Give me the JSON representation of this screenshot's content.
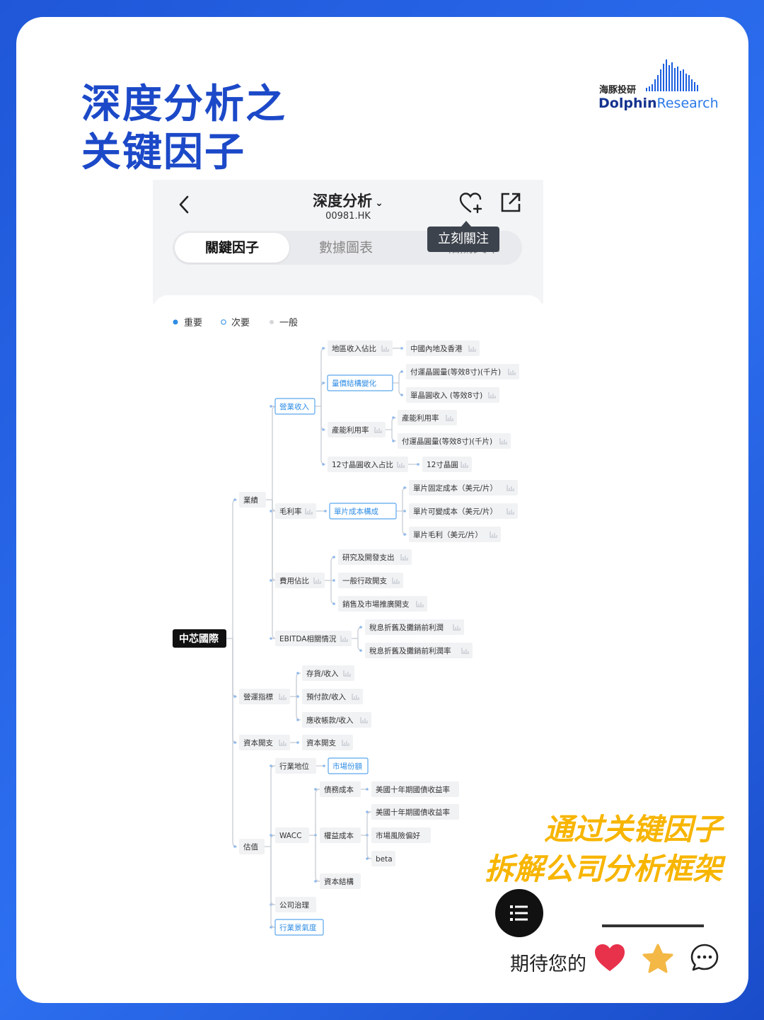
{
  "headline": {
    "line1": "深度分析之",
    "line2": "关键因子"
  },
  "logo": {
    "cn": "海豚投研",
    "en_part1": "Dolphin",
    "en_part2": "Research"
  },
  "app": {
    "title": "深度分析",
    "ticker": "00981.HK",
    "tabs": [
      "關鍵因子",
      "數據圖表",
      "相關文章"
    ],
    "tooltip": "立刻關注"
  },
  "legend": [
    {
      "label": "重要",
      "style": "filled",
      "color": "#2f8de4"
    },
    {
      "label": "次要",
      "style": "ring",
      "color": "#5aa6ee"
    },
    {
      "label": "一般",
      "style": "dot",
      "color": "#d4d6da"
    }
  ],
  "mindmap": {
    "root": "中芯國際",
    "n_yeji": "業績",
    "n_yingye": "營業收入",
    "n_diqu": "地區收入佔比",
    "n_zhongguo": "中國內地及香港",
    "n_liangjia": "量價結構變化",
    "n_fuyun8": "付運晶圓量(等效8寸)(千片)",
    "n_danjing8": "單晶圓收入 (等效8寸)",
    "n_channeng": "產能利用率",
    "n_channeng2": "產能利用率",
    "n_fuyun8b": "付運晶圓量(等效8寸)(千片)",
    "n_12cun": "12寸晶圓收入占比",
    "n_12cun2": "12寸晶圓",
    "n_maoli": "毛利率",
    "n_danpian": "單片成本構成",
    "n_guding": "單片固定成本（美元/片）",
    "n_kebian": "單片可變成本（美元/片）",
    "n_maoli2": "單片毛利（美元/片）",
    "n_feiyong": "費用佔比",
    "n_yanjiu": "研究及開發支出",
    "n_yiban": "一般行政開支",
    "n_xiaoshou": "銷售及市場推廣開支",
    "n_ebitda": "EBITDA相關情況",
    "n_ebitda1": "稅息折舊及攤銷前利潤",
    "n_ebitda2": "稅息折舊及攤銷前利潤率",
    "n_yunying": "營運指標",
    "n_cunhuo": "存貨/收入",
    "n_yufu": "預付款/收入",
    "n_yingshou": "應收帳款/收入",
    "n_ziben": "資本開支",
    "n_ziben2": "資本開支",
    "n_guzhi": "估值",
    "n_hangye": "行業地位",
    "n_shichang": "市場份額",
    "n_wacc": "WACC",
    "n_zhaiwu": "債務成本",
    "n_meiguo1": "美國十年期國債收益率",
    "n_quanyi": "權益成本",
    "n_meiguo2": "美國十年期國債收益率",
    "n_fengxian": "市場風險偏好",
    "n_beta": "beta",
    "n_jiegou": "資本結構",
    "n_gongsi": "公司治理",
    "n_jingqi": "行業景氣度"
  },
  "caption": {
    "line1": "通过关键因子",
    "line2": "拆解公司分析框架"
  },
  "bottom": {
    "text": "期待您的"
  },
  "colors": {
    "brand_blue": "#1c49c8",
    "accent_yellow": "#f7b500",
    "node_blue": "#2f8de4"
  }
}
